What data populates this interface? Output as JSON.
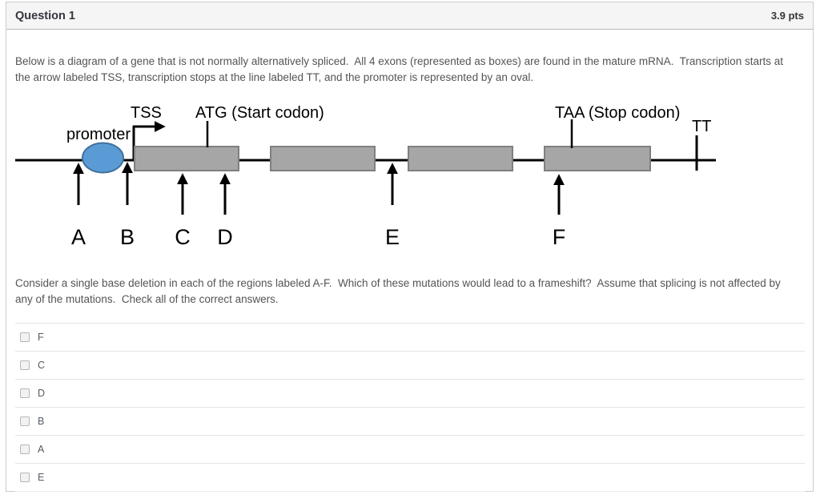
{
  "header": {
    "title": "Question 1",
    "points": "3.9 pts"
  },
  "question": {
    "intro": "Below is a diagram of a gene that is not normally alternatively spliced.  All 4 exons (represented as boxes) are found in the mature mRNA.  Transcription starts at the arrow labeled TSS, transcription stops at the line labeled TT, and the promoter is represented by an oval.",
    "prompt": "Consider a single base deletion in each of the regions labeled A-F.  Which of these mutations would lead to a frameshift?  Assume that splicing is not affected by any of the mutations.  Check all of the correct answers."
  },
  "diagram": {
    "labels": {
      "promoter": "promoter",
      "tss": "TSS",
      "start_codon": "ATG (Start codon)",
      "stop_codon": "TAA (Stop codon)",
      "tt": "TT"
    },
    "markers": [
      "A",
      "B",
      "C",
      "D",
      "E",
      "F"
    ],
    "exon_count": 4,
    "colors": {
      "promoter_fill": "#5b9bd5",
      "promoter_stroke": "#41719c",
      "exon_fill": "#a6a6a6",
      "exon_stroke": "#7f7f7f",
      "line": "#000000"
    }
  },
  "options": [
    {
      "label": "F",
      "checked": false
    },
    {
      "label": "C",
      "checked": false
    },
    {
      "label": "D",
      "checked": false
    },
    {
      "label": "B",
      "checked": false
    },
    {
      "label": "A",
      "checked": false
    },
    {
      "label": "E",
      "checked": false
    }
  ]
}
